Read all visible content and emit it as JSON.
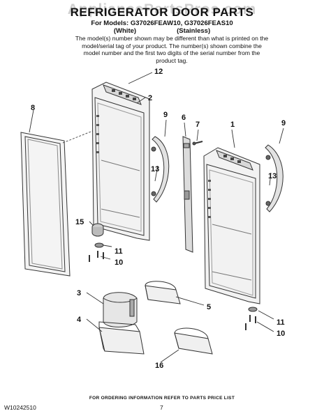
{
  "header": {
    "watermark": "AppliancePartsPros.com",
    "title": "REFRIGERATOR DOOR PARTS",
    "models_line": "For Models: G37026FEAW10, G37026FEAS10",
    "white_label": "(White)",
    "stainless_label": "(Stainless)"
  },
  "note": "The model(s) number shown may be different than what is printed on the model/serial tag of your product. The number(s) shown combine the model number and the first two digits of the serial number from the product tag.",
  "callouts": [
    "12",
    "2",
    "8",
    "9",
    "6",
    "7",
    "1",
    "9",
    "13",
    "13",
    "15",
    "11",
    "10",
    "3",
    "4",
    "5",
    "11",
    "10",
    "16"
  ],
  "footer": {
    "ordering_note": "FOR ORDERING INFORMATION REFER TO PARTS PRICE LIST",
    "doc_number": "W10242510",
    "page_number": "7"
  },
  "colors": {
    "line": "#333333",
    "shade": "#cfcfcf",
    "dark": "#666666"
  }
}
